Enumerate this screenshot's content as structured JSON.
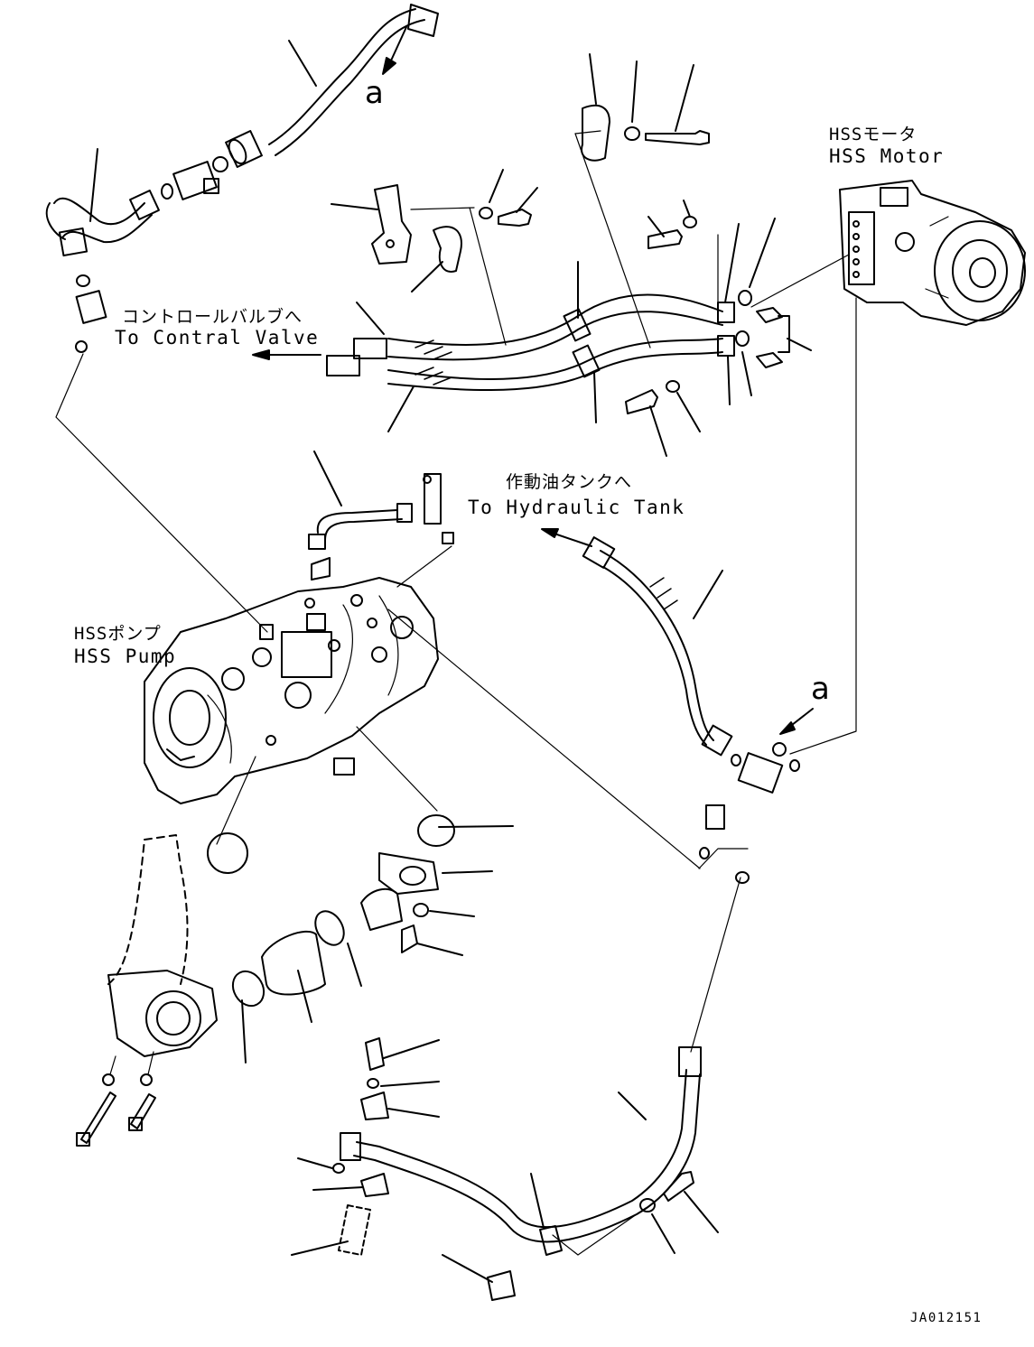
{
  "labels": {
    "hss_motor_jp": "HSSモータ",
    "hss_motor_en": "HSS Motor",
    "control_valve_jp": "コントロールバルブへ",
    "control_valve_en": "To Contral Valve",
    "hydraulic_tank_jp": "作動油タンクへ",
    "hydraulic_tank_en": "To Hydraulic Tank",
    "hss_pump_jp": "HSSポンプ",
    "hss_pump_en": "HSS Pump",
    "ref_a_top": "a",
    "ref_a_right": "a",
    "drawing_code": "JA012151"
  }
}
